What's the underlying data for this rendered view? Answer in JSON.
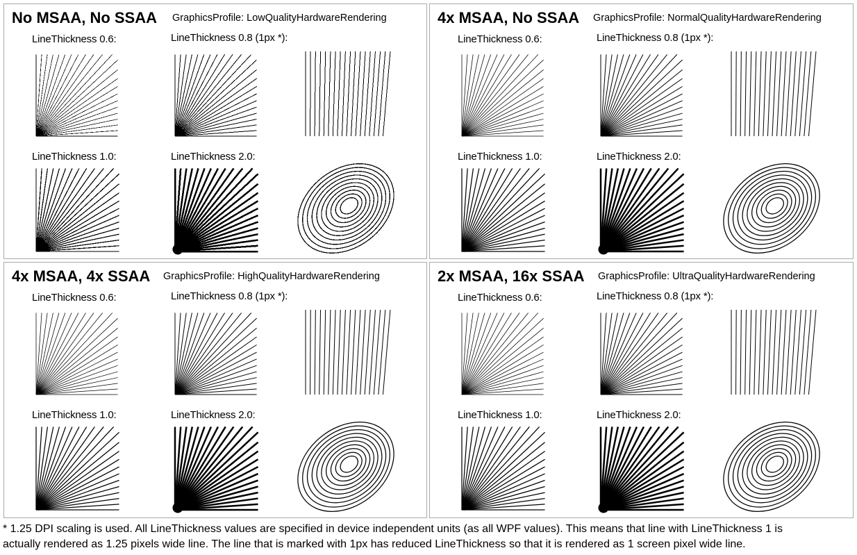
{
  "panels": [
    {
      "title": "No MSAA, No SSAA",
      "profile": "GraphicsProfile: LowQualityHardwareRendering",
      "aliased": true
    },
    {
      "title": "4x MSAA, No SSAA",
      "profile": "GraphicsProfile: NormalQualityHardwareRendering",
      "aliased": false
    },
    {
      "title": "4x MSAA, 4x SSAA",
      "profile": "GraphicsProfile: HighQualityHardwareRendering",
      "aliased": false
    },
    {
      "title": "2x MSAA, 16x SSAA",
      "profile": "GraphicsProfile: UltraQualityHardwareRendering",
      "aliased": false
    }
  ],
  "labels": {
    "lt06": "LineThickness 0.6:",
    "lt08": "LineThickness 0.8 (1px *):",
    "lt10": "LineThickness 1.0:",
    "lt20": "LineThickness 2.0:"
  },
  "samples": {
    "fan_line_count": 24,
    "fan_angle_range_degrees": [
      0,
      90
    ],
    "tilted_line_count": 18,
    "ellipse_count": 10,
    "line_thicknesses": [
      0.6,
      0.8,
      1.0,
      2.0
    ],
    "ellipse_line_thickness": 1.0
  },
  "footnote": {
    "line1": "* 1.25 DPI scaling is used. All LineThickness values are specified in device independent units (as all WPF values). This means that line with LineThickness 1 is",
    "line2": "actually rendered as 1.25 pixels wide line. The line that is marked with 1px has reduced LineThickness so that it is rendered as 1 screen pixel wide line."
  }
}
